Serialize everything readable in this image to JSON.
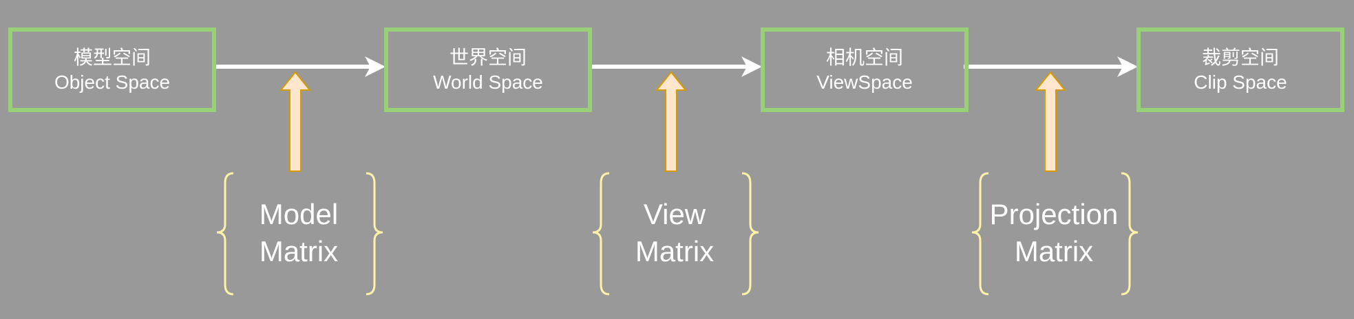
{
  "colors": {
    "background": "#999999",
    "box_border": "#97d077",
    "flow_arrow": "#ffffff",
    "matrix_arrow_fill": "#ffe6cc",
    "matrix_arrow_stroke": "#d79b00",
    "brace": "#fff2a8",
    "text": "#ffffff"
  },
  "spaces": [
    {
      "cn": "模型空间",
      "en": "Object Space"
    },
    {
      "cn": "世界空间",
      "en": "World Space"
    },
    {
      "cn": "相机空间",
      "en": "ViewSpace"
    },
    {
      "cn": "裁剪空间",
      "en": "Clip Space"
    }
  ],
  "matrices": [
    {
      "line1": "Model",
      "line2": "Matrix"
    },
    {
      "line1": "View",
      "line2": "Matrix"
    },
    {
      "line1": "Projection",
      "line2": "Matrix"
    }
  ]
}
